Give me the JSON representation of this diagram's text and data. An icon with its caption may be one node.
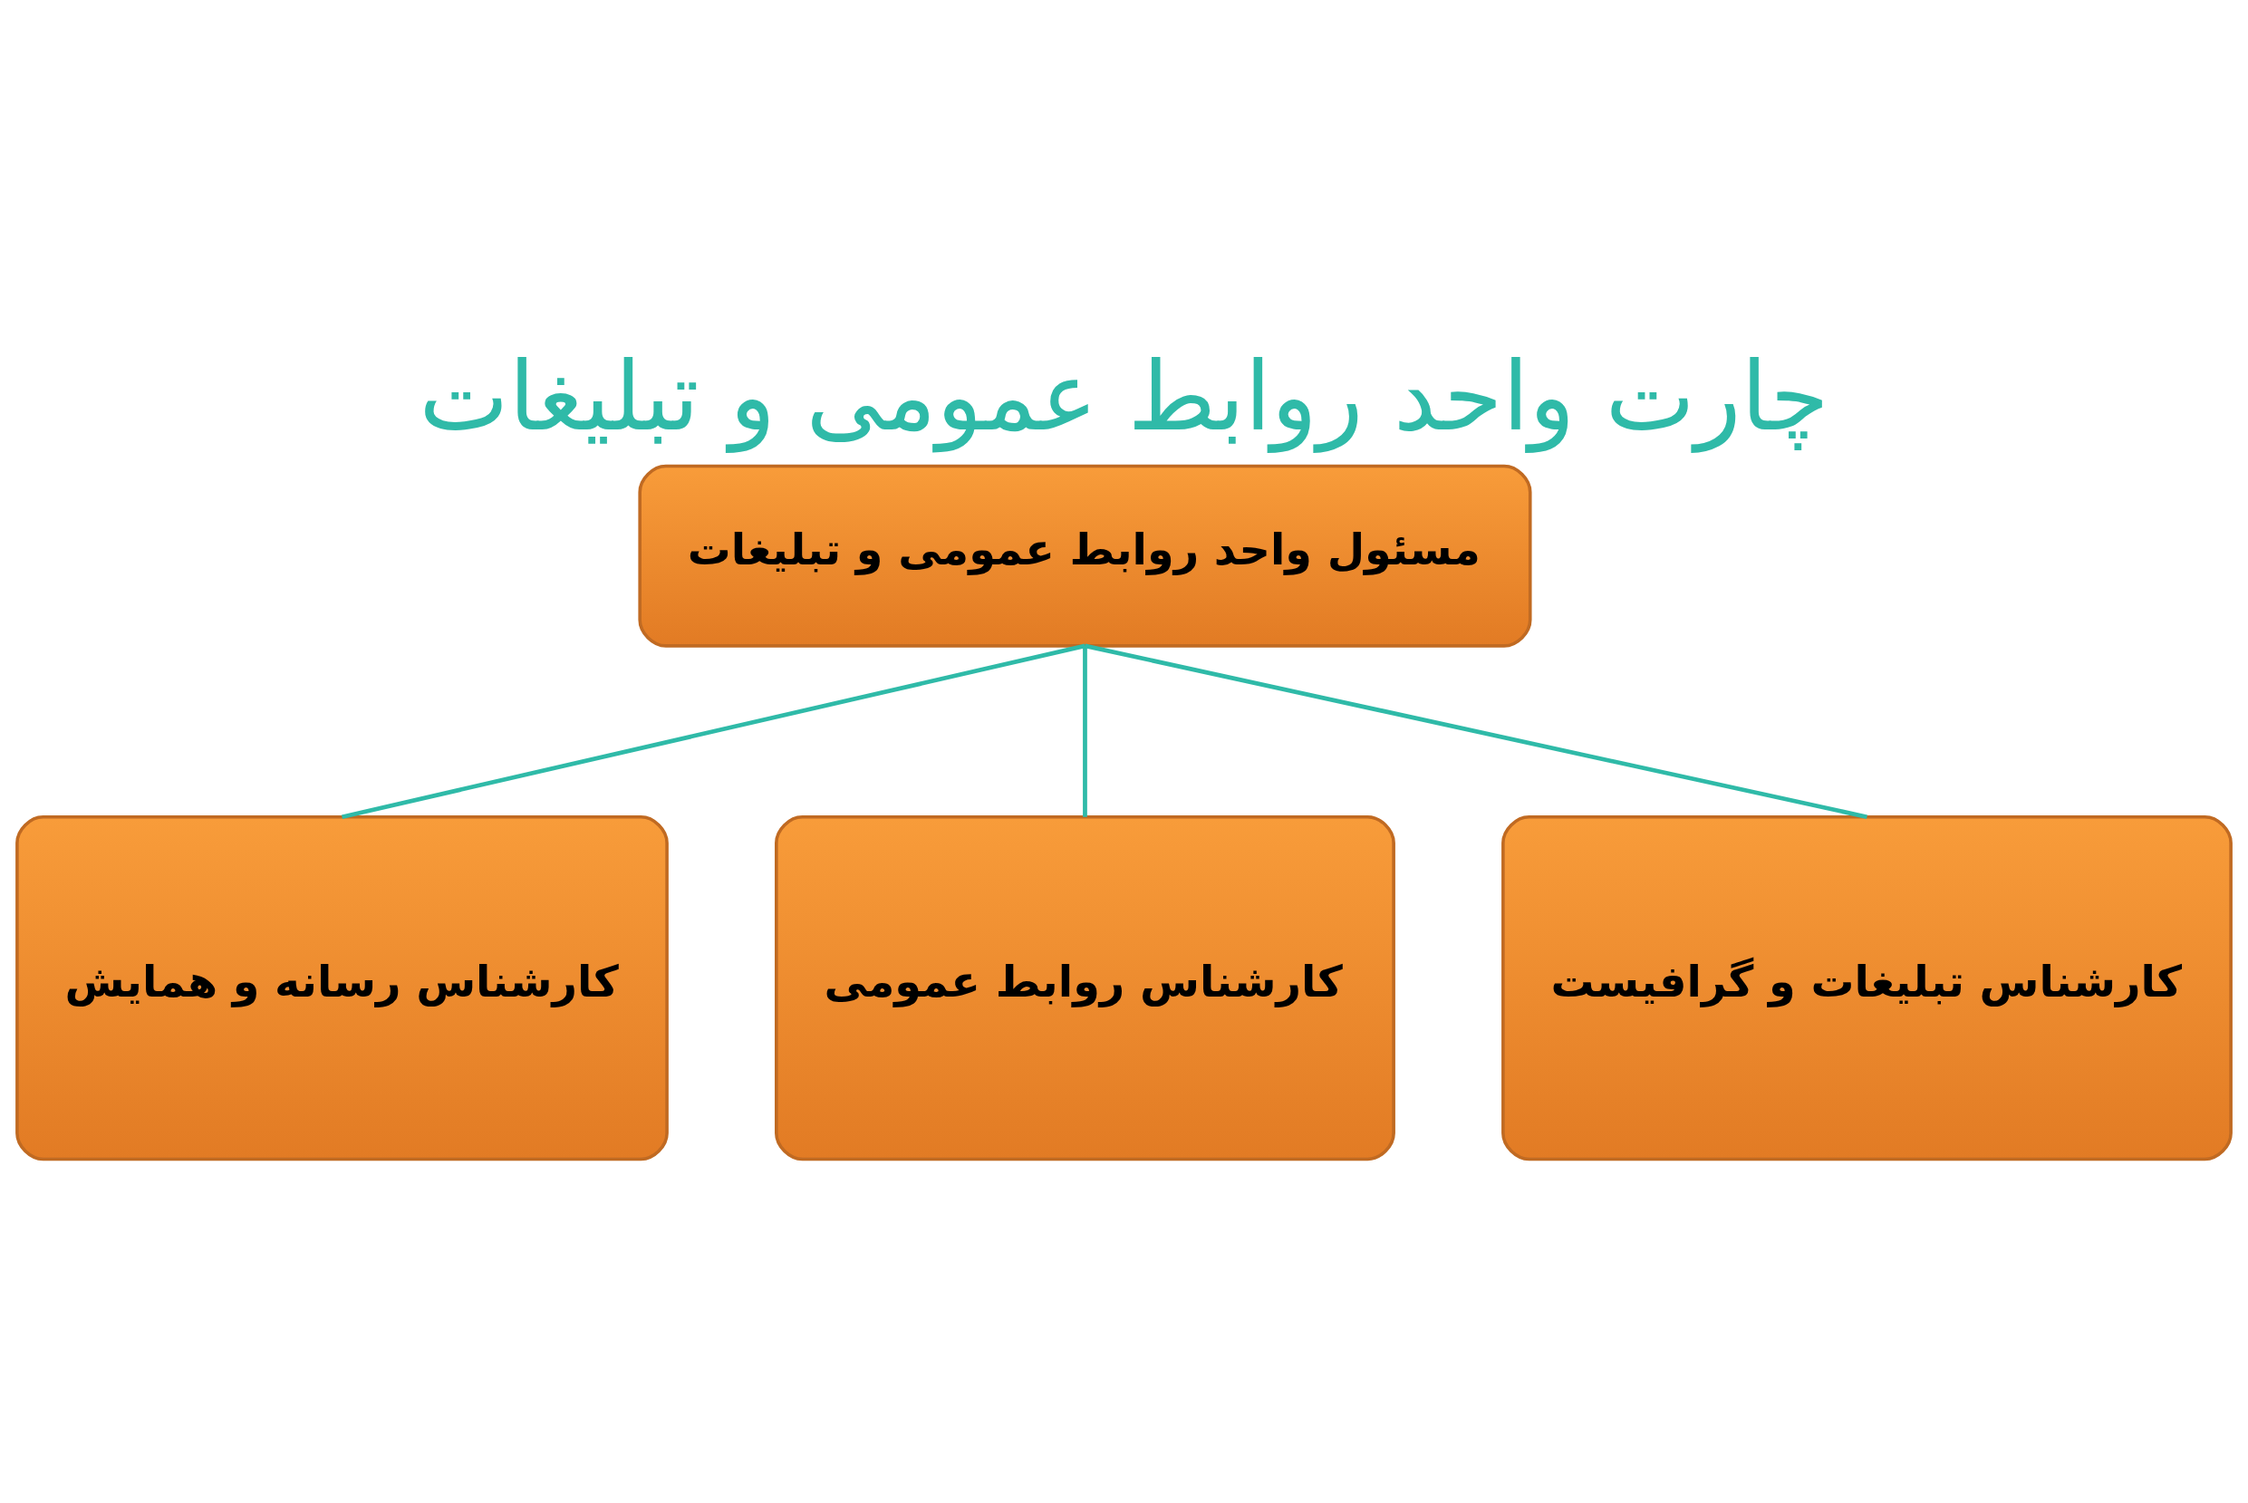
{
  "diagram": {
    "title": "چارت واحد روابط عمومی و تبلیغات",
    "nodes": [
      {
        "text": [
          "مسئول واحد روابط عمومی و تبلیغات"
        ]
      },
      {
        "text": [
          "کارشناس تبلیغات و گرافیست"
        ]
      },
      {
        "text": [
          "کارشناس روابط عمومی"
        ]
      },
      {
        "text": [
          "کارشناس رسانه و همایش"
        ]
      }
    ],
    "edges": [
      {
        "from": 0,
        "to": 1,
        "arrow": "none"
      },
      {
        "from": 0,
        "to": 2,
        "arrow": "none"
      },
      {
        "from": 0,
        "to": 3,
        "arrow": "none"
      }
    ]
  }
}
